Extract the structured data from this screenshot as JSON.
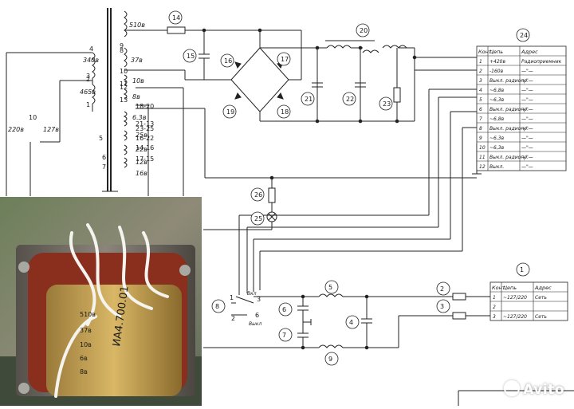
{
  "transformer": {
    "windings": [
      "340в",
      "465в",
      "510в",
      "37в",
      "10в",
      "8в",
      "6.3в",
      "25в",
      "22в",
      "12в",
      "16в"
    ],
    "pins": [
      "4",
      "3",
      "2",
      "1",
      "9",
      "8",
      "10",
      "11",
      "12",
      "13",
      "18-20",
      "21-13",
      "23-25",
      "16-22",
      "14-16",
      "17-15",
      "5",
      "6",
      "7"
    ],
    "ref": "10"
  },
  "primary_switch": {
    "labels": [
      "220в",
      "127в"
    ],
    "pins": [
      "5",
      "3",
      "2",
      "1",
      "4"
    ]
  },
  "refs": [
    "14",
    "15",
    "16",
    "17",
    "18",
    "19",
    "20",
    "21",
    "22",
    "23",
    "24",
    "25",
    "26",
    "1",
    "2",
    "3",
    "4",
    "5",
    "6",
    "7",
    "8",
    "9"
  ],
  "bus_terms": [
    "1",
    "2",
    "3",
    "4",
    "5",
    "6"
  ],
  "switch": {
    "on": "Вкл",
    "off": "Выкл",
    "pins": [
      "1",
      "2",
      "3",
      "6"
    ]
  },
  "table_24": {
    "headers": [
      "Конт.",
      "Цепь",
      "Адрес"
    ],
    "rows": [
      {
        "k": "1",
        "c": "+420в",
        "a": "Радиоприемник"
      },
      {
        "k": "2",
        "c": "-160в",
        "a": "—\"—"
      },
      {
        "k": "3",
        "c": "Выкл. радиопр.",
        "a": "—\"—"
      },
      {
        "k": "4",
        "c": "~6,8в",
        "a": "—\"—"
      },
      {
        "k": "5",
        "c": "~6,3в",
        "a": "—\"—"
      },
      {
        "k": "6",
        "c": "Выкл. радиопр.",
        "a": "—\"—"
      },
      {
        "k": "7",
        "c": "~6,8в",
        "a": "—\"—"
      },
      {
        "k": "8",
        "c": "Выкл. радиопр.",
        "a": "—\"—"
      },
      {
        "k": "9",
        "c": "~6,3в",
        "a": "—\"—"
      },
      {
        "k": "10",
        "c": "~6,3в",
        "a": "—\"—"
      },
      {
        "k": "11",
        "c": "Выкл. радиопр.",
        "a": "—\"—"
      },
      {
        "k": "12",
        "c": "Выкл.",
        "a": "—\"—"
      }
    ]
  },
  "table_1": {
    "headers": [
      "Конт.",
      "Цепь",
      "Адрес"
    ],
    "rows": [
      {
        "k": "1",
        "c": "~127/220",
        "a": "Сеть"
      },
      {
        "k": "2",
        "c": "",
        "a": ""
      },
      {
        "k": "3",
        "c": "~127/220",
        "a": "Сеть"
      }
    ]
  },
  "photo": {
    "label": "ИА4.700.01",
    "taps": [
      "510в",
      "37в",
      "10в",
      "6в",
      "8в"
    ]
  },
  "watermark": "Avito"
}
